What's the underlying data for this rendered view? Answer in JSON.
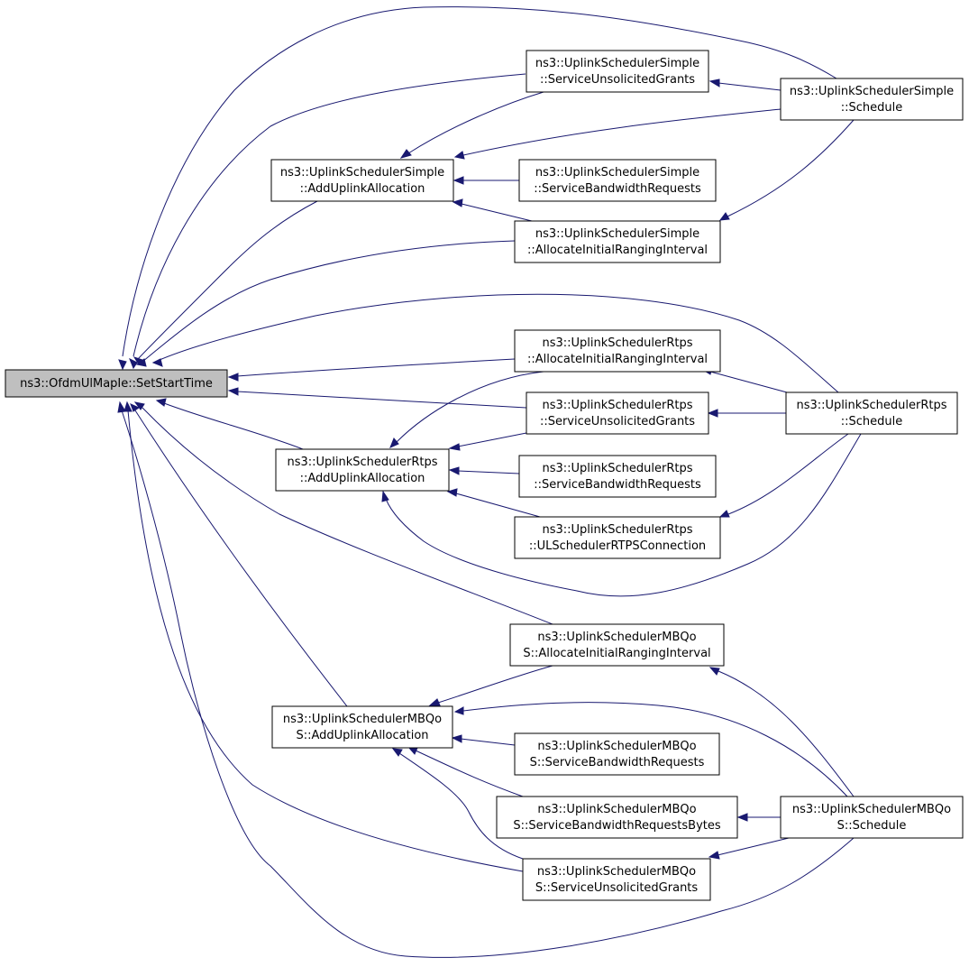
{
  "graph": {
    "edge_color": "#191970",
    "root_fill": "#bfbfbf",
    "nodes": [
      {
        "id": "root",
        "lines": [
          "ns3::OfdmUlMapIe::SetStartTime"
        ]
      },
      {
        "id": "s_add",
        "lines": [
          "ns3::UplinkSchedulerSimple",
          "::AddUplinkAllocation"
        ]
      },
      {
        "id": "s_sug",
        "lines": [
          "ns3::UplinkSchedulerSimple",
          "::ServiceUnsolicitedGrants"
        ]
      },
      {
        "id": "s_sch",
        "lines": [
          "ns3::UplinkSchedulerSimple",
          "::Schedule"
        ]
      },
      {
        "id": "s_sbr",
        "lines": [
          "ns3::UplinkSchedulerSimple",
          "::ServiceBandwidthRequests"
        ]
      },
      {
        "id": "s_airi",
        "lines": [
          "ns3::UplinkSchedulerSimple",
          "::AllocateInitialRangingInterval"
        ]
      },
      {
        "id": "r_airi",
        "lines": [
          "ns3::UplinkSchedulerRtps",
          "::AllocateInitialRangingInterval"
        ]
      },
      {
        "id": "r_sug",
        "lines": [
          "ns3::UplinkSchedulerRtps",
          "::ServiceUnsolicitedGrants"
        ]
      },
      {
        "id": "r_sch",
        "lines": [
          "ns3::UplinkSchedulerRtps",
          "::Schedule"
        ]
      },
      {
        "id": "r_add",
        "lines": [
          "ns3::UplinkSchedulerRtps",
          "::AddUplinkAllocation"
        ]
      },
      {
        "id": "r_sbr",
        "lines": [
          "ns3::UplinkSchedulerRtps",
          "::ServiceBandwidthRequests"
        ]
      },
      {
        "id": "r_ulc",
        "lines": [
          "ns3::UplinkSchedulerRtps",
          "::ULSchedulerRTPSConnection"
        ]
      },
      {
        "id": "m_airi",
        "lines": [
          "ns3::UplinkSchedulerMBQo",
          "S::AllocateInitialRangingInterval"
        ]
      },
      {
        "id": "m_add",
        "lines": [
          "ns3::UplinkSchedulerMBQo",
          "S::AddUplinkAllocation"
        ]
      },
      {
        "id": "m_sbr",
        "lines": [
          "ns3::UplinkSchedulerMBQo",
          "S::ServiceBandwidthRequests"
        ]
      },
      {
        "id": "m_sbrb",
        "lines": [
          "ns3::UplinkSchedulerMBQo",
          "S::ServiceBandwidthRequestsBytes"
        ]
      },
      {
        "id": "m_sch",
        "lines": [
          "ns3::UplinkSchedulerMBQo",
          "S::Schedule"
        ]
      },
      {
        "id": "m_sug",
        "lines": [
          "ns3::UplinkSchedulerMBQo",
          "S::ServiceUnsolicitedGrants"
        ]
      }
    ],
    "edges": [
      {
        "from": "s_sug",
        "to": "root"
      },
      {
        "from": "s_sch",
        "to": "root"
      },
      {
        "from": "s_add",
        "to": "root"
      },
      {
        "from": "s_airi",
        "to": "root"
      },
      {
        "from": "r_sch",
        "to": "root"
      },
      {
        "from": "r_airi",
        "to": "root"
      },
      {
        "from": "r_sug",
        "to": "root"
      },
      {
        "from": "r_add",
        "to": "root"
      },
      {
        "from": "m_airi",
        "to": "root"
      },
      {
        "from": "m_add",
        "to": "root"
      },
      {
        "from": "m_sug",
        "to": "root"
      },
      {
        "from": "m_sch",
        "to": "root"
      },
      {
        "from": "s_sch",
        "to": "s_sug"
      },
      {
        "from": "s_sug",
        "to": "s_add"
      },
      {
        "from": "s_sch",
        "to": "s_add"
      },
      {
        "from": "s_sbr",
        "to": "s_add"
      },
      {
        "from": "s_airi",
        "to": "s_add"
      },
      {
        "from": "s_sch",
        "to": "s_airi"
      },
      {
        "from": "r_sch",
        "to": "r_airi"
      },
      {
        "from": "r_sch",
        "to": "r_sug"
      },
      {
        "from": "r_airi",
        "to": "r_add"
      },
      {
        "from": "r_sug",
        "to": "r_add"
      },
      {
        "from": "r_sbr",
        "to": "r_add"
      },
      {
        "from": "r_ulc",
        "to": "r_add"
      },
      {
        "from": "r_sch",
        "to": "r_add"
      },
      {
        "from": "r_sch",
        "to": "r_ulc"
      },
      {
        "from": "m_sch",
        "to": "m_airi"
      },
      {
        "from": "m_airi",
        "to": "m_add"
      },
      {
        "from": "m_sch",
        "to": "m_add"
      },
      {
        "from": "m_sbr",
        "to": "m_add"
      },
      {
        "from": "m_sbrb",
        "to": "m_add"
      },
      {
        "from": "m_sug",
        "to": "m_add"
      },
      {
        "from": "m_sch",
        "to": "m_sbrb"
      },
      {
        "from": "m_sch",
        "to": "m_sug"
      }
    ]
  }
}
